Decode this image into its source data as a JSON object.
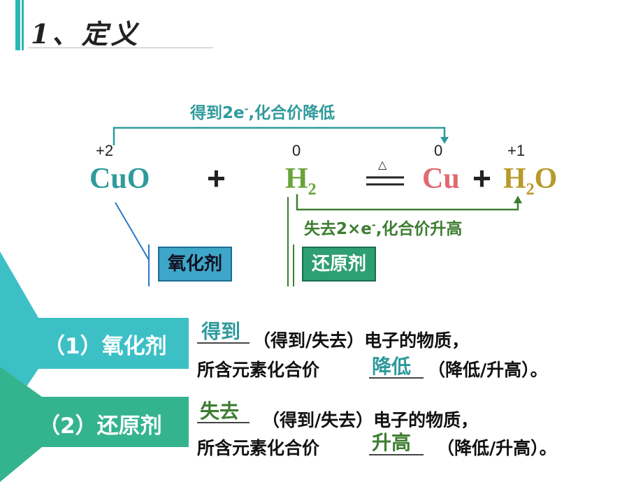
{
  "header": {
    "title": "1、定义"
  },
  "equation": {
    "reactant1": "CuO",
    "reactant2_base": "H",
    "reactant2_sub": "2",
    "product1": "Cu",
    "product2_a": "H",
    "product2_sub": "2",
    "product2_b": "O",
    "plus": "+",
    "heat_symbol": "△",
    "charges": {
      "cuo": "+2",
      "h2": "0",
      "cu": "0",
      "h2o": "+1"
    }
  },
  "annotations": {
    "gain_note_a": "得到2e",
    "gain_note_sup": "-",
    "gain_note_b": ",化合价降低",
    "lose_note_a": "失去2×e",
    "lose_note_sup": "-",
    "lose_note_b": ",化合价升高",
    "oxidizer_label": "氧化剂",
    "reducer_label": "还原剂"
  },
  "definitions": [
    {
      "label": "（1）氧化剂",
      "answer1": "得到",
      "line1_rest": "（得到/失去）电子的物质，",
      "line2_prefix": "所含元素化合价",
      "answer2": "降低",
      "line2_rest": "（降低/升高）。"
    },
    {
      "label": "（2）还原剂",
      "answer1": "失去",
      "line1_rest": "（得到/失去）电子的物质，",
      "line2_prefix": "所含元素化合价",
      "answer2": "升高",
      "line2_rest": "（降低/升高）。"
    }
  ],
  "colors": {
    "teal": "#2f9a9c",
    "green": "#3e7d32",
    "band1": "#3cc0c6",
    "band2": "#34b48e"
  }
}
